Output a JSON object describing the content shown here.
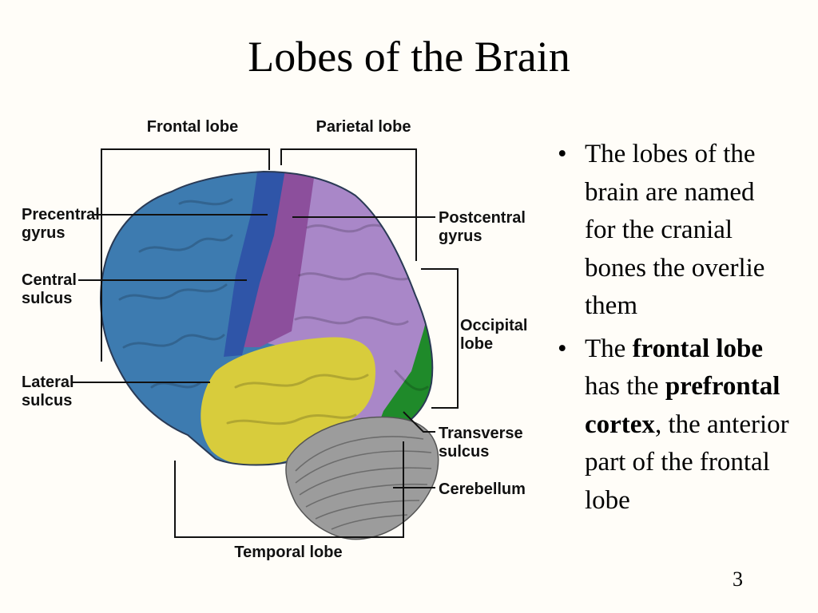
{
  "slide": {
    "title": "Lobes of the Brain",
    "number": "3"
  },
  "diagram": {
    "labels": {
      "frontal_lobe": "Frontal lobe",
      "parietal_lobe": "Parietal lobe",
      "precentral_1": "Precentral",
      "precentral_2": "gyrus",
      "central_1": "Central",
      "central_2": "sulcus",
      "lateral_1": "Lateral",
      "lateral_2": "sulcus",
      "postcentral_1": "Postcentral",
      "postcentral_2": "gyrus",
      "occipital_1": "Occipital",
      "occipital_2": "lobe",
      "transverse_1": "Transverse",
      "transverse_2": "sulcus",
      "cerebellum": "Cerebellum",
      "temporal_lobe": "Temporal lobe"
    },
    "colors": {
      "frontal": "#3d7bb0",
      "precentral": "#2f55a8",
      "postcentral": "#8c4f9c",
      "parietal": "#a987c8",
      "occipital": "#1f8a2a",
      "temporal": "#d8cc3c",
      "cerebellum": "#9c9c9c"
    }
  },
  "bullets": [
    {
      "text": "The lobes of the brain are named for the cranial bones the overlie them"
    },
    {
      "pre": "The ",
      "b1": "frontal lobe",
      "mid1": " has the ",
      "b2": "prefrontal cortex",
      "post": ", the anterior part of the frontal lobe"
    }
  ]
}
